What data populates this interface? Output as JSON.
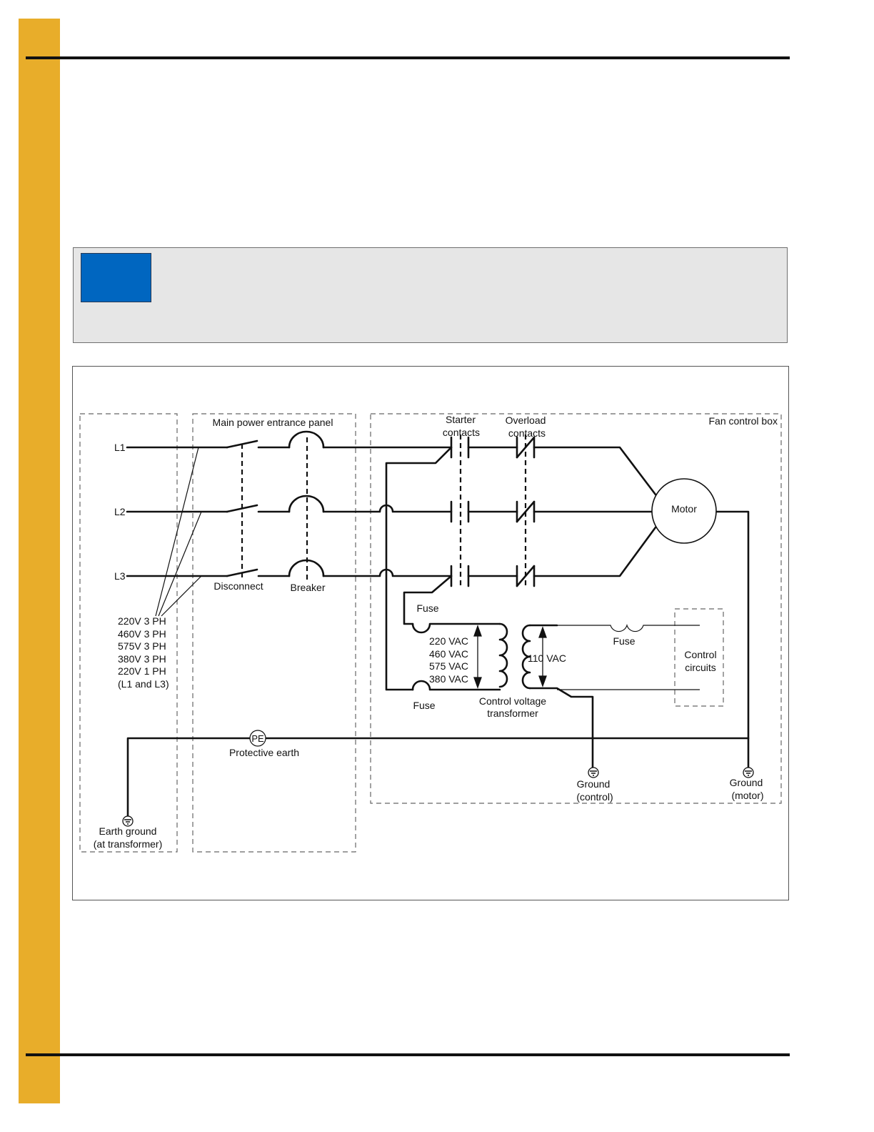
{
  "diagram": {
    "lines": [
      "L1",
      "L2",
      "L3"
    ],
    "labels": {
      "main_panel": "Main power entrance panel",
      "fan_box": "Fan control box",
      "starter": [
        "Starter",
        "contacts"
      ],
      "overload": [
        "Overload",
        "contacts"
      ],
      "motor": "Motor",
      "disconnect": "Disconnect",
      "breaker": "Breaker",
      "fuse": "Fuse",
      "control_circuits": [
        "Control",
        "circuits"
      ],
      "vac110": "110 VAC",
      "cvt": [
        "Control voltage",
        "transformer"
      ],
      "pe": "PE",
      "protective_earth": "Protective earth",
      "earth_ground": [
        "Earth ground",
        "(at transformer)"
      ],
      "ground_control": [
        "Ground",
        "(control)"
      ],
      "ground_motor": [
        "Ground",
        "(motor)"
      ]
    },
    "voltages": [
      "220V 3 PH",
      "460V 3 PH",
      "575V 3 PH",
      "380V 3 PH",
      "220V 1 PH",
      "(L1 and L3)"
    ],
    "primary_voltages": [
      "220 VAC",
      "460 VAC",
      "575 VAC",
      "380 VAC"
    ]
  },
  "colors": {
    "sidebar": "#e8ad2a",
    "note_badge": "#0066c0",
    "note_bg": "#e6e6e6"
  }
}
